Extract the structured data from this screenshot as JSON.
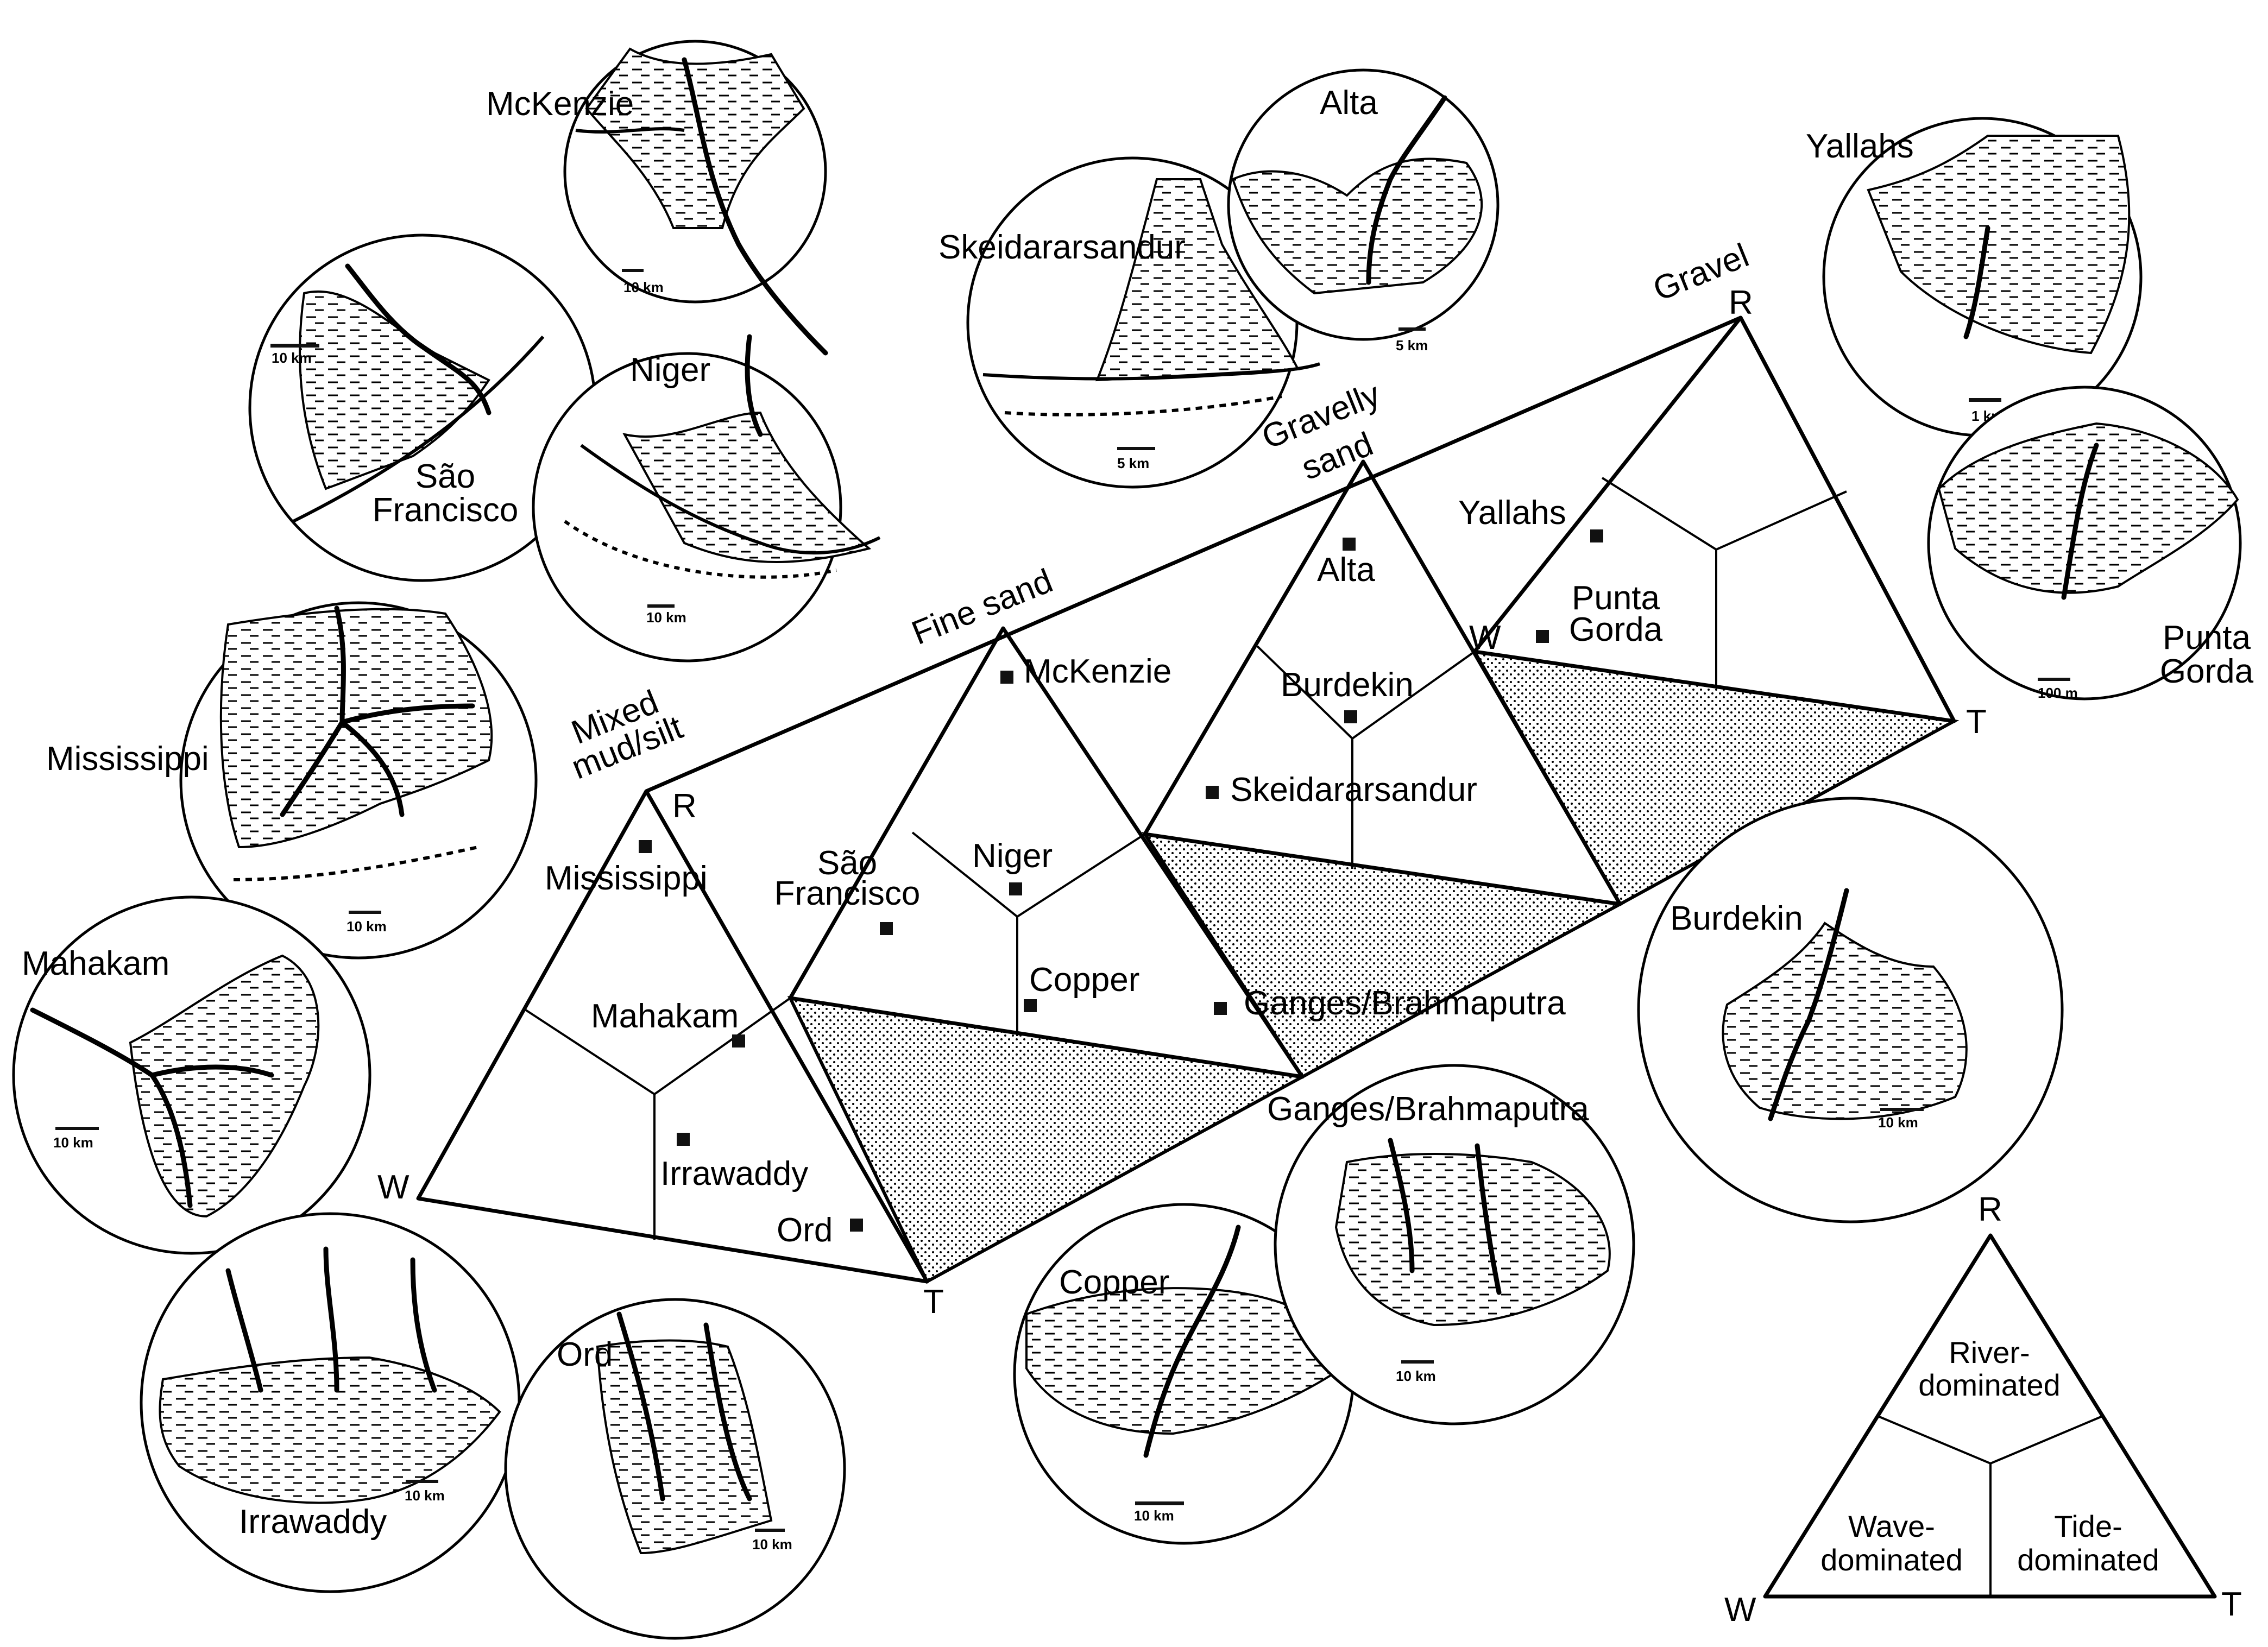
{
  "main_diagram": {
    "grain_labels": {
      "mixed": "Mixed\nmud/silt",
      "fine": "Fine sand",
      "gravelly": "Gravelly\nsand",
      "gravel": "Gravel"
    },
    "vertex_labels": {
      "river": "R",
      "wave": "W",
      "tide": "T"
    },
    "deltas": [
      "Mississippi",
      "Mahakam",
      "Irrawaddy",
      "Ord",
      "São\nFrancisco",
      "McKenzie",
      "Niger",
      "Copper",
      "Ganges/Brahmaputra",
      "Alta",
      "Burdekin",
      "Skeidararsandur",
      "Yallahs",
      "Punta\nGorda"
    ]
  },
  "maps": [
    {
      "name": "McKenzie",
      "scale": "10 km"
    },
    {
      "name": "São\nFrancisco",
      "scale": "10 km"
    },
    {
      "name": "Niger",
      "scale": "10 km"
    },
    {
      "name": "Skeidararsandur",
      "scale": "5 km"
    },
    {
      "name": "Alta",
      "scale": "5 km"
    },
    {
      "name": "Yallahs",
      "scale": "1 km"
    },
    {
      "name": "Punta\nGorda",
      "scale": "100 m"
    },
    {
      "name": "Mississippi",
      "scale": "10 km"
    },
    {
      "name": "Mahakam",
      "scale": "10 km"
    },
    {
      "name": "Burdekin",
      "scale": "10 km"
    },
    {
      "name": "Irrawaddy",
      "scale": "10 km"
    },
    {
      "name": "Ord",
      "scale": "10 km"
    },
    {
      "name": "Copper",
      "scale": "10 km"
    },
    {
      "name": "Ganges/Brahmaputra",
      "scale": "10 km"
    }
  ],
  "legend": {
    "river": "River-\ndominated",
    "wave": "Wave-\ndominated",
    "tide": "Tide-\ndominated",
    "vertex_r": "R",
    "vertex_w": "W",
    "vertex_t": "T"
  }
}
